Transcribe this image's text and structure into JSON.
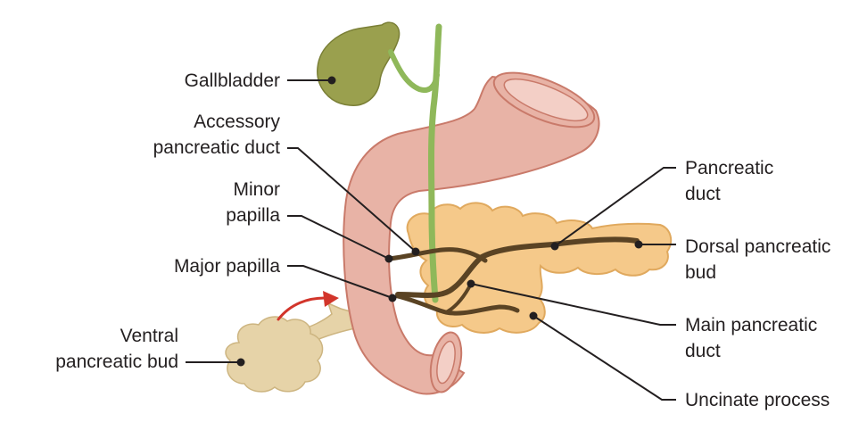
{
  "diagram": {
    "labels": {
      "gallbladder": "Gallbladder",
      "accessory_duct": {
        "line1": "Accessory",
        "line2": "pancreatic duct"
      },
      "minor_papilla": {
        "line1": "Minor",
        "line2": "papilla"
      },
      "major_papilla": "Major papilla",
      "ventral_bud": {
        "line1": "Ventral",
        "line2": "pancreatic bud"
      },
      "pancreatic_duct": {
        "line1": "Pancreatic",
        "line2": "duct"
      },
      "dorsal_bud": {
        "line1": "Dorsal pancreatic",
        "line2": "bud"
      },
      "main_duct": {
        "line1": "Main pancreatic",
        "line2": "duct"
      },
      "uncinate": "Uncinate process"
    },
    "colors": {
      "gallbladder": "#9aa04e",
      "bile_duct": "#8fb85a",
      "duodenum": "#e8b3a6",
      "duodenum_outline": "#c97a6a",
      "pancreas": "#f5c98a",
      "pancreas_outline": "#e0a95e",
      "ventral_bud": "#e6d3a8",
      "ducts": "#5a4324",
      "arrow": "#d2352b",
      "leader": "#231f20"
    }
  }
}
